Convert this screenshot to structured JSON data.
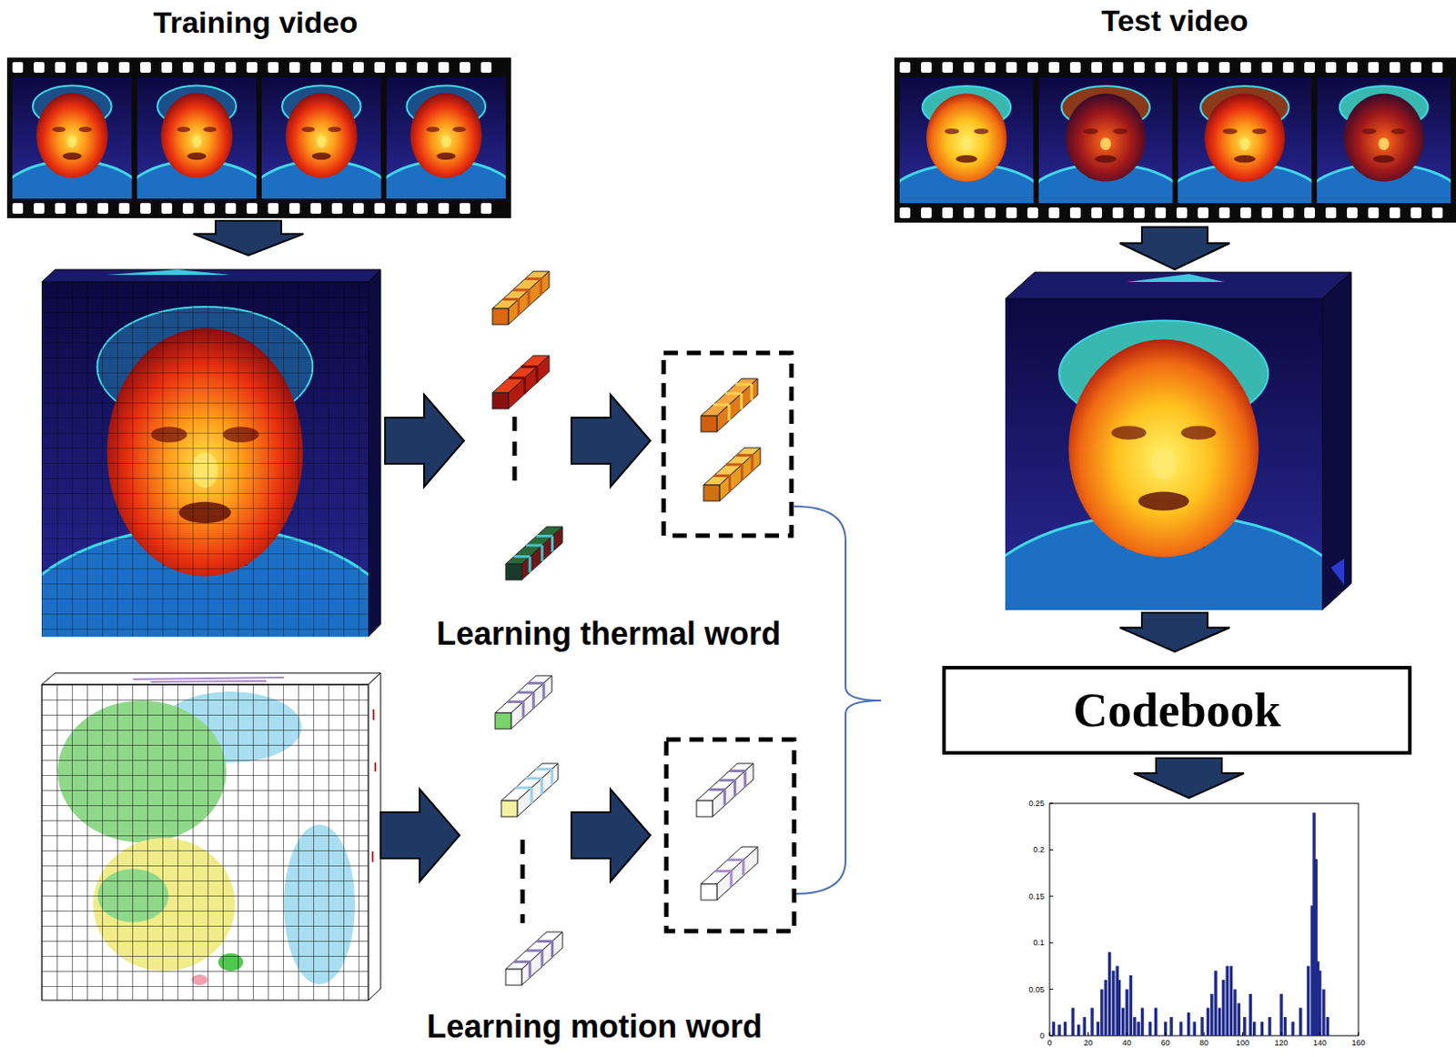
{
  "diagram": {
    "nodes": [
      {
        "text": [
          "Codebook"
        ]
      }
    ],
    "labels": [
      "Training video",
      "Test video",
      "Learning thermal word",
      "Learning motion word",
      "0",
      "0.05",
      "0.1",
      "0.15",
      "0.2",
      "0.25",
      "0",
      "20",
      "40",
      "60",
      "80",
      "100",
      "120",
      "140",
      "160"
    ]
  }
}
